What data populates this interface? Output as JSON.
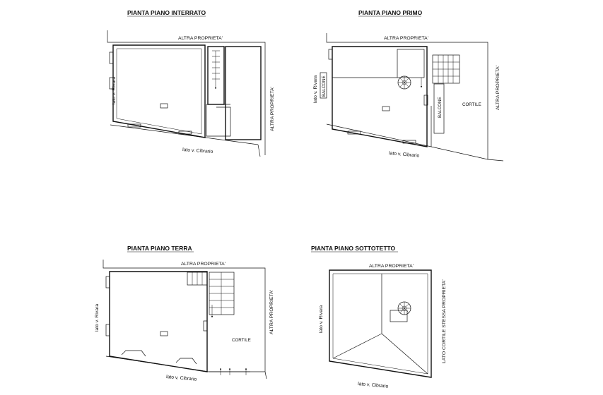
{
  "plans": {
    "interrato": {
      "title": "PIANTA PIANO INTERRATO",
      "top": "ALTRA PROPRIETA'",
      "right": "ALTRA PROPRIETA'",
      "left": "lato v. Rivara",
      "bottom": "lato v. Cibrario"
    },
    "primo": {
      "title": "PIANTA PIANO PRIMO",
      "top": "ALTRA PROPRIETA'",
      "right": "ALTRA PROPRIETA'",
      "left": "lato v. Rivara",
      "bottom": "lato v. Cibrario",
      "balcone_left": "BALCONE",
      "balcone_right": "BALCONE",
      "cortile": "CORTILE"
    },
    "terra": {
      "title": "PIANTA PIANO TERRA",
      "top": "ALTRA PROPRIETA'",
      "right": "ALTRA PROPRIETA'",
      "left": "lato v. Rivara",
      "bottom": "lato v. Cibrario",
      "cortile": "CORTILE"
    },
    "sottotetto": {
      "title": "PIANTA PIANO SOTTOTETTO",
      "top": "ALTRA PROPRIETA'",
      "right": "LATO CORTILE  STESSA PROPRIETA'",
      "left": "lato v. Rivara",
      "bottom": "lato v. Cibrario"
    }
  }
}
